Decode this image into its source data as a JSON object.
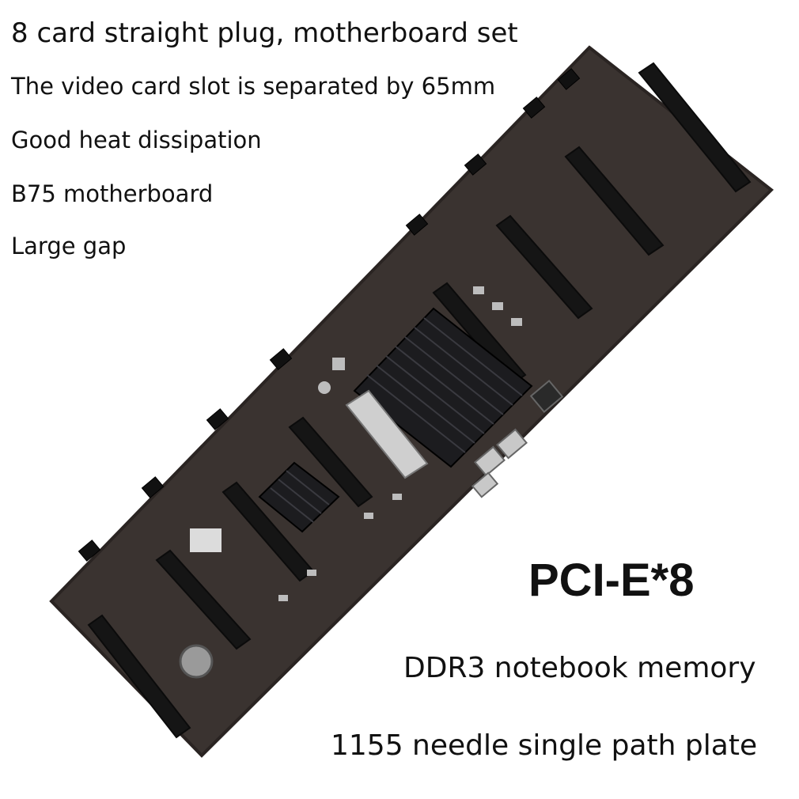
{
  "text": {
    "title": "8 card straight plug, motherboard set",
    "line1": "The video card slot is separated by 65mm",
    "line2": "Good heat dissipation",
    "line3": "B75 motherboard",
    "line4": "Large gap",
    "pcie": "PCI-E*8",
    "memory": "DDR3 notebook memory",
    "socket": "1155 needle single path plate"
  },
  "colors": {
    "board": "#3a3330",
    "board_edge": "#2a2422",
    "slot": "#151515",
    "heatsink": "#1c1c1f",
    "component": "#cfcfcf"
  },
  "slot_count": 8
}
